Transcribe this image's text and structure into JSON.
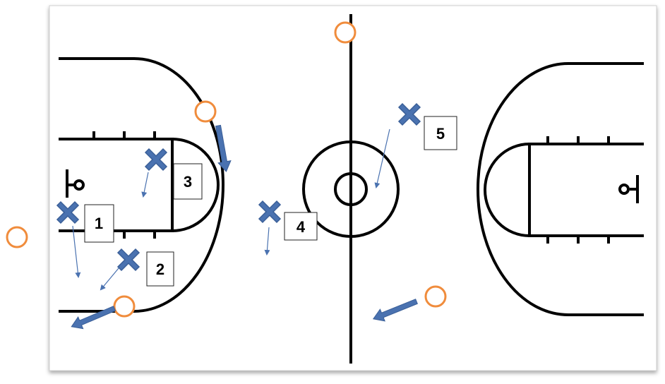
{
  "colors": {
    "court_line": "#000000",
    "offense": "#4a72b0",
    "defense": "#f08c3c",
    "background": "#ffffff"
  },
  "players": [
    {
      "label": "1"
    },
    {
      "label": "2"
    },
    {
      "label": "3"
    },
    {
      "label": "4"
    },
    {
      "label": "5"
    }
  ]
}
